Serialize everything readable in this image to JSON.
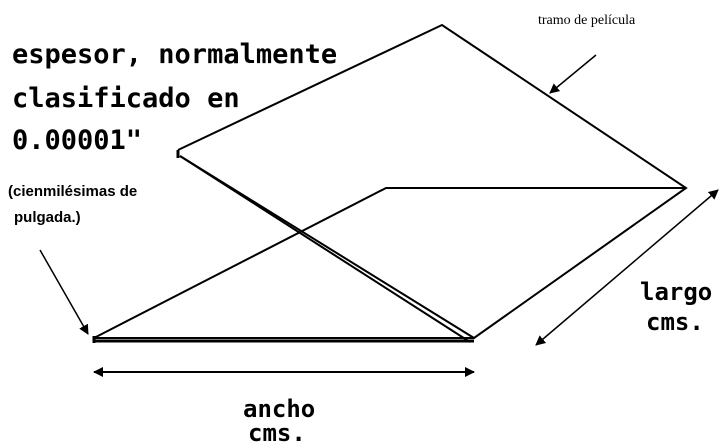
{
  "labels": {
    "film_segment": "tramo de película",
    "thickness_line1": "espesor, normalmente",
    "thickness_line2": "clasificado en",
    "thickness_line3": "0.00001\"",
    "note_line1": "(cienmilésimas de",
    "note_line2": "pulgada.)",
    "length_line1": "largo",
    "length_line2": "cms.",
    "width_line1": "ancho",
    "width_line2": "cms."
  },
  "colors": {
    "ink": "#000000",
    "background": "#ffffff"
  }
}
